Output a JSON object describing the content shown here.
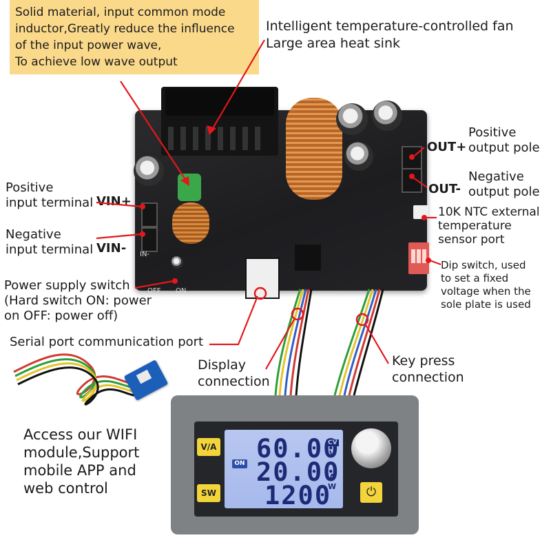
{
  "callout": {
    "lines": [
      "Solid material, input common mode",
      "inductor,Greatly reduce the influence",
      "of the input power wave,",
      "To achieve low wave output"
    ]
  },
  "fan_label": {
    "line1": "Intelligent temperature-controlled fan",
    "line2": "Large area heat sink"
  },
  "board_terminals": {
    "out_pos": "OUT+",
    "out_neg": "OUT-",
    "vin_pos": "VIN+",
    "vin_neg": "VIN-",
    "in_marking": "IN-",
    "off_marking": "OFF",
    "on_marking": "ON"
  },
  "labels": {
    "positive_output": [
      "Positive",
      "output pole"
    ],
    "negative_output": [
      "Negative",
      "output pole"
    ],
    "ntc": [
      "10K NTC external",
      "temperature",
      "sensor port"
    ],
    "dip": [
      "Dip switch, used",
      "to set a fixed",
      "voltage when the",
      "sole plate is used"
    ],
    "positive_input": [
      "Positive",
      "input terminal"
    ],
    "negative_input": [
      "Negative",
      "input terminal"
    ],
    "power_switch": [
      "Power supply switch",
      "(Hard switch ON: power",
      "on OFF: power off)"
    ],
    "serial": "Serial port communication port",
    "display": [
      "Display",
      "connection"
    ],
    "keypress": [
      "Key press",
      "connection"
    ],
    "wifi": [
      "Access our WIFI",
      "module,Support",
      "mobile APP and",
      "web control"
    ]
  },
  "display": {
    "voltage": "60.00",
    "current": "20.00",
    "power": "1200",
    "unit_cv": "CV",
    "unit_v": "V",
    "unit_a": "A",
    "unit_w": "W",
    "on_badge": "ON",
    "key_va": "V/A",
    "key_sw": "SW",
    "power_glyph": "⏻"
  },
  "colors": {
    "callout_bg": "#fbd98a",
    "arrow": "#e3171b",
    "lcd_bg": "#b7c7f0",
    "lcd_digits": "#1d2a76",
    "key_yellow": "#f3d53b"
  }
}
